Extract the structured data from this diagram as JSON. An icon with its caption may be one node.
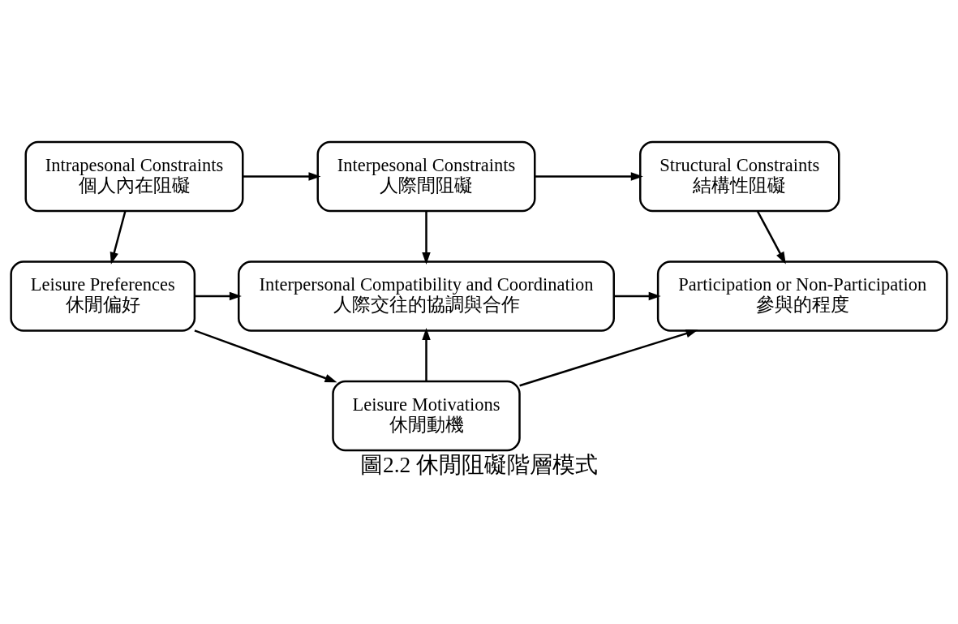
{
  "diagram": {
    "caption": "圖2.2 休閒阻礙階層模式",
    "nodes": [
      {
        "text": [
          "Intrapesonal Constraints",
          "個人內在阻礙"
        ]
      },
      {
        "text": [
          "Interpesonal Constraints",
          "人際間阻礙"
        ]
      },
      {
        "text": [
          "Structural Constraints",
          "結構性阻礙"
        ]
      },
      {
        "text": [
          "Leisure Preferences",
          "休閒偏好"
        ]
      },
      {
        "text": [
          "Interpersonal Compatibility and Coordination",
          "人際交往的協調與合作"
        ]
      },
      {
        "text": [
          "Participation or Non-Participation",
          "參與的程度"
        ]
      },
      {
        "text": [
          "Leisure Motivations",
          "休閒動機"
        ]
      }
    ],
    "edges": [
      {
        "from": 0,
        "to": 1,
        "arrow": "to"
      },
      {
        "from": 1,
        "to": 2,
        "arrow": "to"
      },
      {
        "from": 0,
        "to": 3,
        "arrow": "to"
      },
      {
        "from": 3,
        "to": 6,
        "arrow": "to"
      },
      {
        "from": 3,
        "to": 4,
        "arrow": "to"
      },
      {
        "from": 1,
        "to": 4,
        "arrow": "to"
      },
      {
        "from": 6,
        "to": 4,
        "arrow": "to"
      },
      {
        "from": 4,
        "to": 5,
        "arrow": "to"
      },
      {
        "from": 2,
        "to": 5,
        "arrow": "to"
      },
      {
        "from": 6,
        "to": 5,
        "arrow": "to"
      }
    ]
  }
}
